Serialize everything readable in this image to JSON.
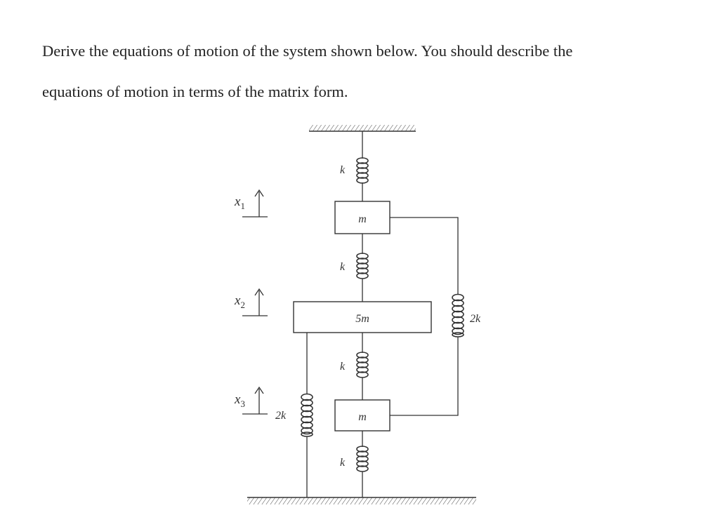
{
  "question": {
    "line1": "Derive the equations of motion of the system shown below. You should describe the",
    "line2": "equations of motion in terms of the matrix form."
  },
  "diagram": {
    "masses": {
      "top": "m",
      "middle": "5m",
      "bottom": "m"
    },
    "springs": {
      "ceiling_top": "k",
      "top_middle": "k",
      "middle_bottom": "k",
      "bottom_ground": "k",
      "right_side": "2k",
      "left_side": "2k"
    },
    "coordinates": {
      "x1": {
        "base": "x",
        "sub": "1"
      },
      "x2": {
        "base": "x",
        "sub": "2"
      },
      "x3": {
        "base": "x",
        "sub": "3"
      }
    }
  }
}
